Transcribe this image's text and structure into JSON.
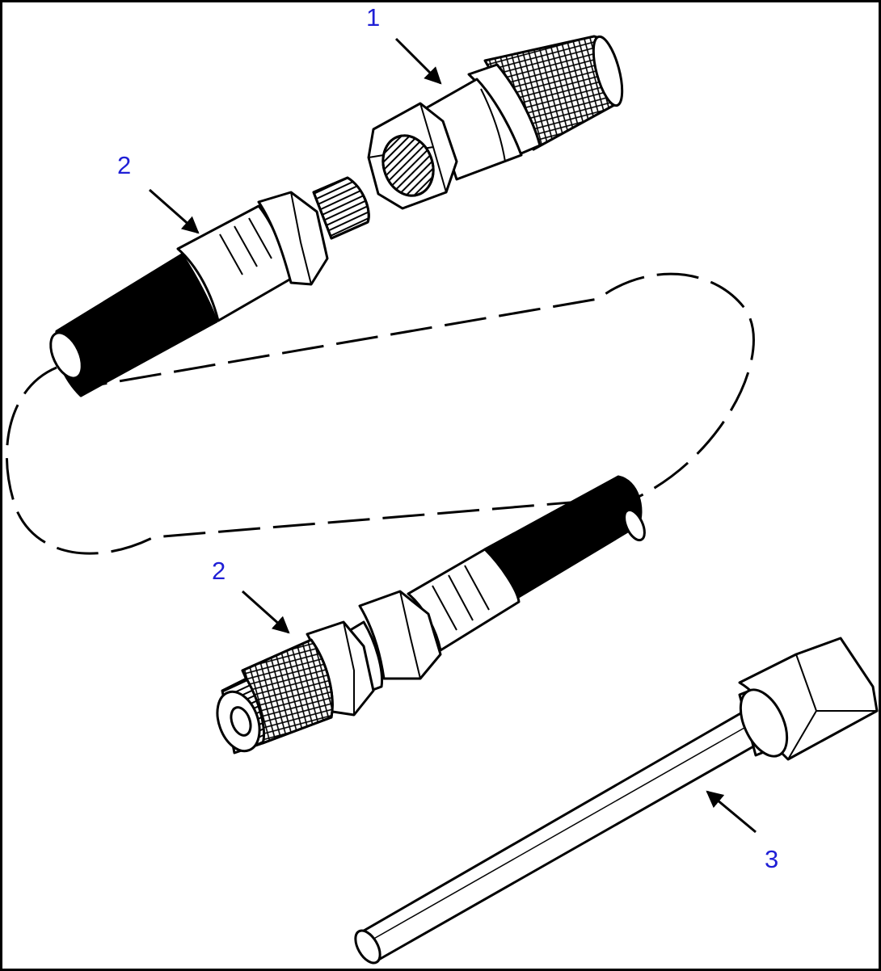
{
  "callouts": [
    {
      "id": "c1",
      "label": "1"
    },
    {
      "id": "c2a",
      "label": "2"
    },
    {
      "id": "c2b",
      "label": "2"
    },
    {
      "id": "c3",
      "label": "3"
    }
  ],
  "colors": {
    "callout": "#1f1fd6",
    "ink": "#000000",
    "paper": "#ffffff"
  }
}
